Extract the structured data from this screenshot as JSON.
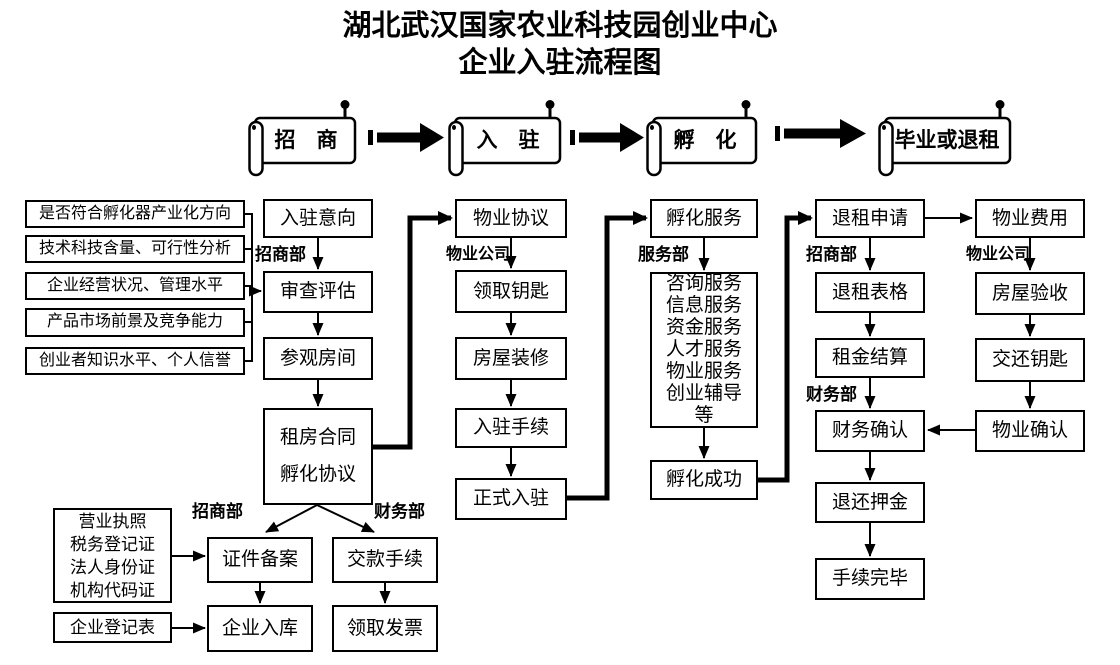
{
  "title": {
    "line1": "湖北武汉国家农业科技园创业中心",
    "line2": "企业入驻流程图"
  },
  "banners": [
    {
      "label": "招　商"
    },
    {
      "label": "入　驻"
    },
    {
      "label": "孵　化"
    },
    {
      "label": "毕业或退租"
    }
  ],
  "criteria": [
    "是否符合孵化器产业化方向",
    "技术科技含量、可行性分析",
    "企业经营状况、管理水平",
    "产品市场前景及竞争能力",
    "创业者知识水平、个人信誉"
  ],
  "dept_labels": {
    "investment_1": "招商部",
    "property_1": "物业公司",
    "service": "服务部",
    "investment_2": "招商部",
    "property_2": "物业公司",
    "finance_1": "财务部",
    "investment_3": "招商部",
    "finance_2": "财务部"
  },
  "nodes": {
    "entry_intent": "入驻意向",
    "review_assess": "审查评估",
    "visit_room": "参观房间",
    "contract_lines": [
      "租房合同",
      "孵化协议"
    ],
    "documents": [
      "营业执照",
      "税务登记证",
      "法人身份证",
      "机构代码证"
    ],
    "registration_form": "企业登记表",
    "cert_filing": "证件备案",
    "company_storage": "企业入库",
    "payment_procedure": "交款手续",
    "get_invoice": "领取发票",
    "property_agreement": "物业协议",
    "get_keys": "领取钥匙",
    "house_renovation": "房屋装修",
    "entry_procedure": "入驻手续",
    "official_entry": "正式入驻",
    "incubation_service": "孵化服务",
    "service_items": [
      "咨询服务",
      "信息服务",
      "资金服务",
      "人才服务",
      "物业服务",
      "创业辅导",
      "等"
    ],
    "incubation_success": "孵化成功",
    "terminate_application": "退租申请",
    "terminate_form": "退租表格",
    "rent_settlement": "租金结算",
    "finance_confirm": "财务确认",
    "deposit_refund": "退还押金",
    "procedure_complete": "手续完毕",
    "property_fee": "物业费用",
    "house_inspection": "房屋验收",
    "return_keys": "交还钥匙",
    "property_confirm": "物业确认"
  },
  "colors": {
    "line": "#000000",
    "background": "#ffffff"
  }
}
